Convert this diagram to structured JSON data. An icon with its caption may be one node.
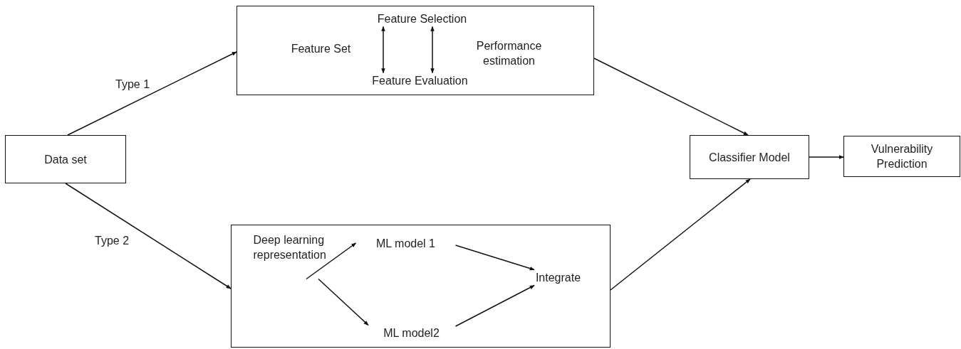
{
  "diagram": {
    "nodes": [
      {
        "text": [
          "Data set"
        ]
      },
      {
        "text": [],
        "shape": "box"
      },
      {
        "text": [
          "Feature Selection"
        ],
        "in": 1
      },
      {
        "text": [
          "Feature Set"
        ],
        "in": 1
      },
      {
        "text": [
          "Performance estimation"
        ],
        "in": 1
      },
      {
        "text": [
          "Feature Evaluation"
        ],
        "in": 1
      },
      {
        "text": [],
        "shape": "box"
      },
      {
        "text": [
          "Deep learning representation"
        ],
        "in": 6
      },
      {
        "text": [
          "ML model 1"
        ],
        "in": 6
      },
      {
        "text": [
          "Integrate"
        ],
        "in": 6
      },
      {
        "text": [
          "ML model2"
        ],
        "in": 6
      },
      {
        "text": [
          "Classifier Model"
        ]
      },
      {
        "text": [
          "Vulnerability Prediction"
        ]
      }
    ],
    "edges": [
      {
        "from": 0,
        "to": 1,
        "arrow": "to",
        "label": "Type 1"
      },
      {
        "from": 0,
        "to": 6,
        "arrow": "to",
        "label": "Type 2"
      },
      {
        "from": 2,
        "to": 5,
        "arrow": "both"
      },
      {
        "from": 2,
        "to": 5,
        "arrow": "both"
      },
      {
        "from": 7,
        "to": 8,
        "arrow": "to"
      },
      {
        "from": 7,
        "to": 10,
        "arrow": "to"
      },
      {
        "from": 8,
        "to": 9,
        "arrow": "to"
      },
      {
        "from": 10,
        "to": 9,
        "arrow": "to"
      },
      {
        "from": 1,
        "to": 11,
        "arrow": "to"
      },
      {
        "from": 6,
        "to": 11,
        "arrow": "to"
      },
      {
        "from": 11,
        "to": 12,
        "arrow": "to"
      }
    ]
  }
}
